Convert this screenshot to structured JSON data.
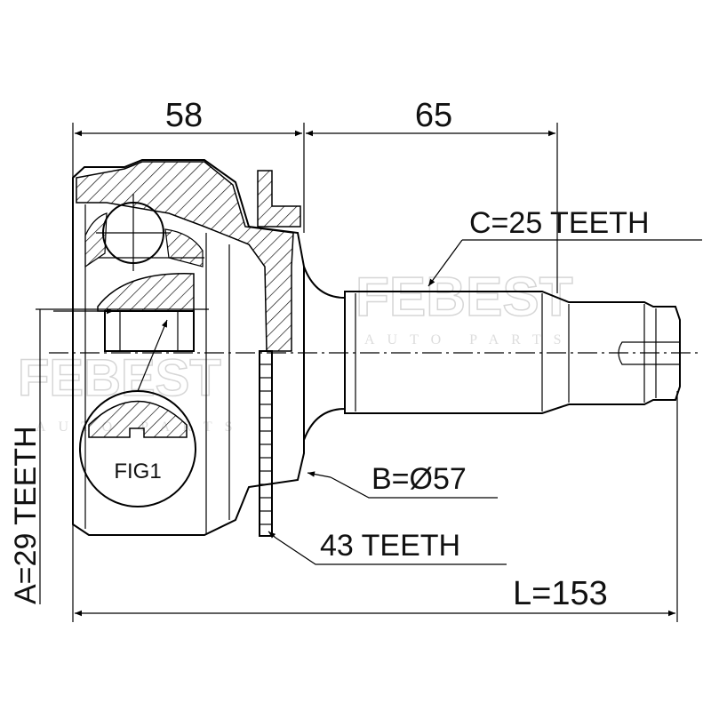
{
  "dimensions": {
    "outer_length": "58",
    "shaft_length": "65",
    "total_length": "L=153",
    "inner_spline": "A=29 TEETH",
    "outer_spline": "C=25 TEETH",
    "seal_diameter": "B=Ø57",
    "abs_ring": "43 TEETH"
  },
  "figure_label": "FIG1",
  "watermark": {
    "brand": "FEBEST",
    "sub": "AUTO PARTS"
  },
  "colors": {
    "line": "#000000",
    "watermark": "#d6d6d6"
  }
}
